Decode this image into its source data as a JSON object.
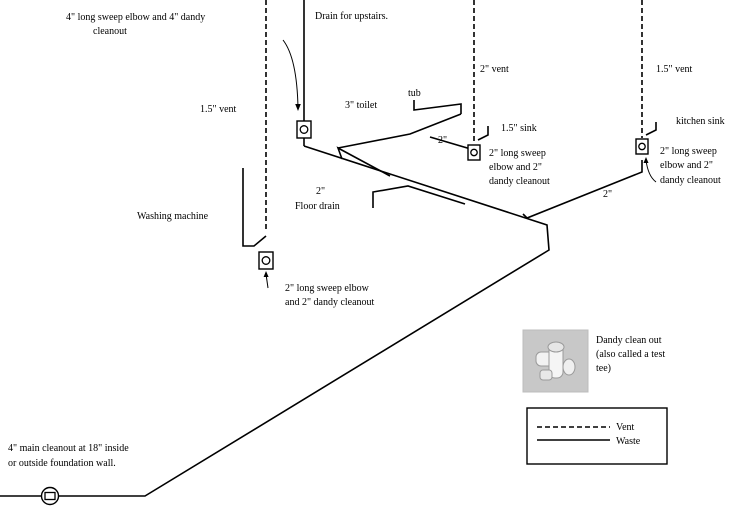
{
  "labels": {
    "cleanout_4in_elbow_l1": "4\" long sweep elbow and 4\" dandy",
    "cleanout_4in_elbow_l2": "cleanout",
    "drain_upstairs": "Drain for upstairs.",
    "vent_2in": "2\" vent",
    "vent_15_right": "1.5\" vent",
    "vent_15_left": "1.5\" vent",
    "tub": "tub",
    "toilet_3in": "3\" toilet",
    "sink_15": "1.5\" sink",
    "pipe_2in_a": "2\"",
    "kitchen_sink": "kitchen sink",
    "cleanout_2in_mid_l1": "2\" long sweep",
    "cleanout_2in_mid_l2": "elbow and 2\"",
    "cleanout_2in_mid_l3": "dandy cleanout",
    "cleanout_2in_right_l1": "2\" long sweep",
    "cleanout_2in_right_l2": "elbow and 2\"",
    "cleanout_2in_right_l3": "dandy cleanout",
    "pipe_2in_b": "2\"",
    "floor_drain_l1": "2\"",
    "floor_drain_l2": "Floor drain",
    "washing_machine": "Washing machine",
    "cleanout_2in_left_l1": "2\" long sweep elbow",
    "cleanout_2in_left_l2": "and 2\" dandy cleanout",
    "dandy_l1": "Dandy clean out",
    "dandy_l2": "(also called a test",
    "dandy_l3": "tee)",
    "main_cleanout_l1": "4\" main cleanout at 18\" inside",
    "main_cleanout_l2": "or outside foundation wall."
  },
  "legend": {
    "vent": "Vent",
    "waste": "Waste"
  },
  "colors": {
    "line": "#000000",
    "photo_bg": "#c8c8c8",
    "fitting": "#f2f2f2"
  }
}
